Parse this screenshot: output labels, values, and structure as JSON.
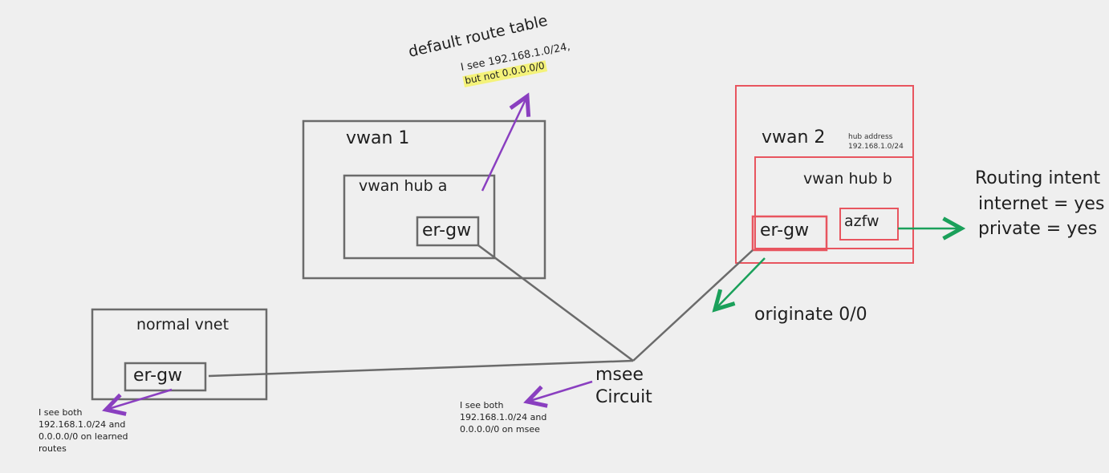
{
  "colors": {
    "background": "#efefef",
    "box": "#6b6b6b",
    "red_box": "#e8555f",
    "purple_arrow": "#8a3fc0",
    "green_arrow": "#1aa05a",
    "highlight": "#f4f27a"
  },
  "labels": {
    "default_route_table": "default route table",
    "route_note_line1": "I see 192.168.1.0/24,",
    "route_note_line2": "but not 0.0.0.0/0",
    "vwan1": "vwan 1",
    "vwan_hub_a": "vwan hub a",
    "er_gw_a": "er-gw",
    "vwan2": "vwan 2",
    "hub_address_line1": "hub address",
    "hub_address_line2": "192.168.1.0/24",
    "vwan_hub_b": "vwan hub b",
    "er_gw_b": "er-gw",
    "azfw": "azfw",
    "routing_intent_line1": "Routing intent",
    "routing_intent_line2": "internet = yes",
    "routing_intent_line3": "private = yes",
    "originate": "originate 0/0",
    "normal_vnet": "normal vnet",
    "er_gw_vnet": "er-gw",
    "msee_line1": "msee",
    "msee_line2": "Circuit",
    "msee_note_line1": "I see both",
    "msee_note_line2": "192.168.1.0/24 and",
    "msee_note_line3": "0.0.0.0/0 on msee",
    "vnet_note_line1": "I see both",
    "vnet_note_line2": "192.168.1.0/24 and",
    "vnet_note_line3": "0.0.0.0/0 on learned",
    "vnet_note_line4": "routes"
  }
}
